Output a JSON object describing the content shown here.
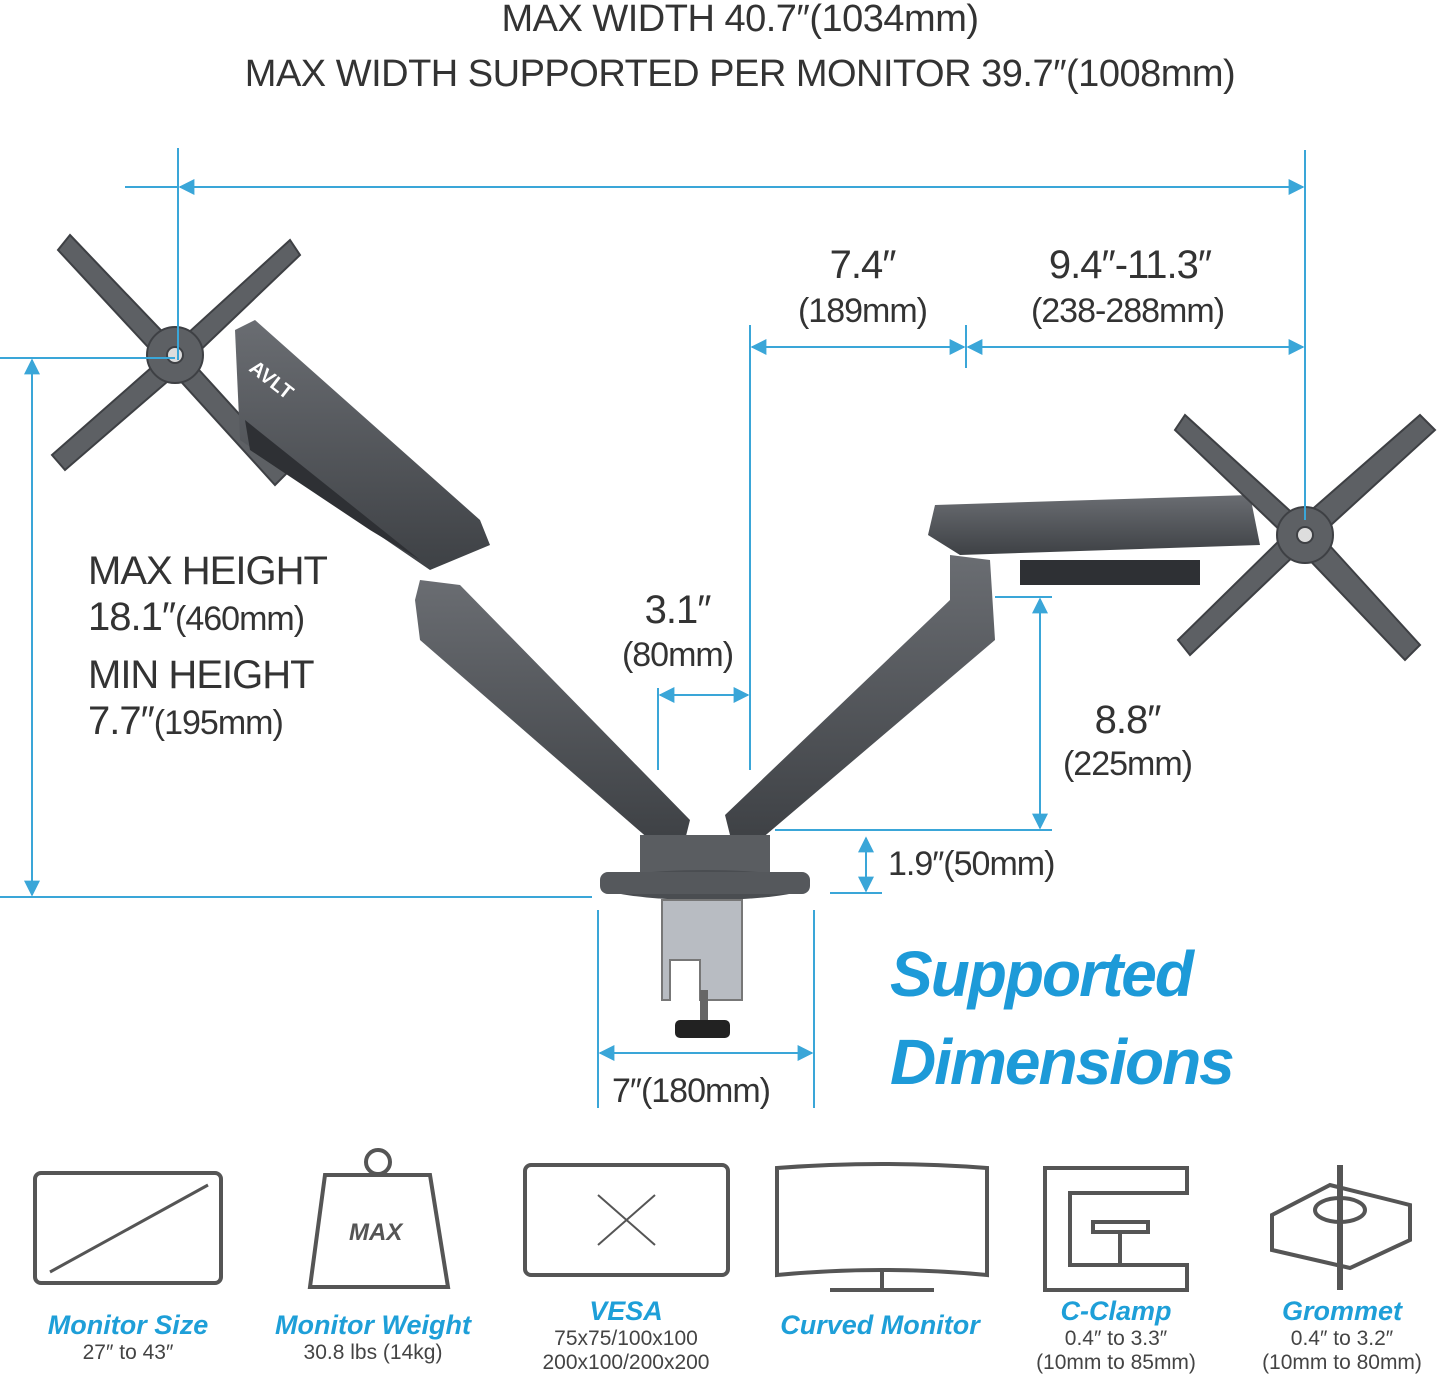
{
  "header": {
    "max_width": "MAX WIDTH 40.7″(1034mm)",
    "max_width_per_monitor": "MAX WIDTH SUPPORTED PER MONITOR 39.7″(1008mm)"
  },
  "dimensions": {
    "arm_reach": {
      "value": "7.4″",
      "metric": "(189mm)"
    },
    "extension": {
      "value": "9.4″-11.3″",
      "metric": "(238-288mm)"
    },
    "gap": {
      "value": "3.1″",
      "metric": "(80mm)"
    },
    "vertical_travel": {
      "value": "8.8″",
      "metric": "(225mm)"
    },
    "base_height": "1.9″(50mm)",
    "base_width": "7″(180mm)",
    "max_height_label": "MAX HEIGHT",
    "max_height_value": "18.1″",
    "max_height_metric": "(460mm)",
    "min_height_label": "MIN HEIGHT",
    "min_height_value": "7.7″",
    "min_height_metric": "(195mm)"
  },
  "hero": {
    "line1": "Supported",
    "line2": "Dimensions"
  },
  "brand_logo": "AVLT",
  "features": [
    {
      "icon": "monitor-size-icon",
      "label": "Monitor Size",
      "lines": [
        "27″ to 43″"
      ]
    },
    {
      "icon": "weight-icon",
      "label": "Monitor Weight",
      "icon_text": "MAX",
      "lines": [
        "30.8 lbs (14kg)"
      ]
    },
    {
      "icon": "vesa-icon",
      "label": "VESA",
      "lines": [
        "75x75/100x100",
        "200x100/200x200"
      ]
    },
    {
      "icon": "curved-monitor-icon",
      "label": "Curved Monitor",
      "lines": []
    },
    {
      "icon": "c-clamp-icon",
      "label": "C-Clamp",
      "lines": [
        "0.4″ to 3.3″",
        "(10mm to 85mm)"
      ]
    },
    {
      "icon": "grommet-icon",
      "label": "Grommet",
      "lines": [
        "0.4″ to 3.2″",
        "(10mm to 80mm)"
      ]
    }
  ],
  "colors": {
    "accent": "#1e9fd8",
    "dimension_line": "#3aa6d8",
    "arm": "#55585c",
    "text": "#333333"
  }
}
